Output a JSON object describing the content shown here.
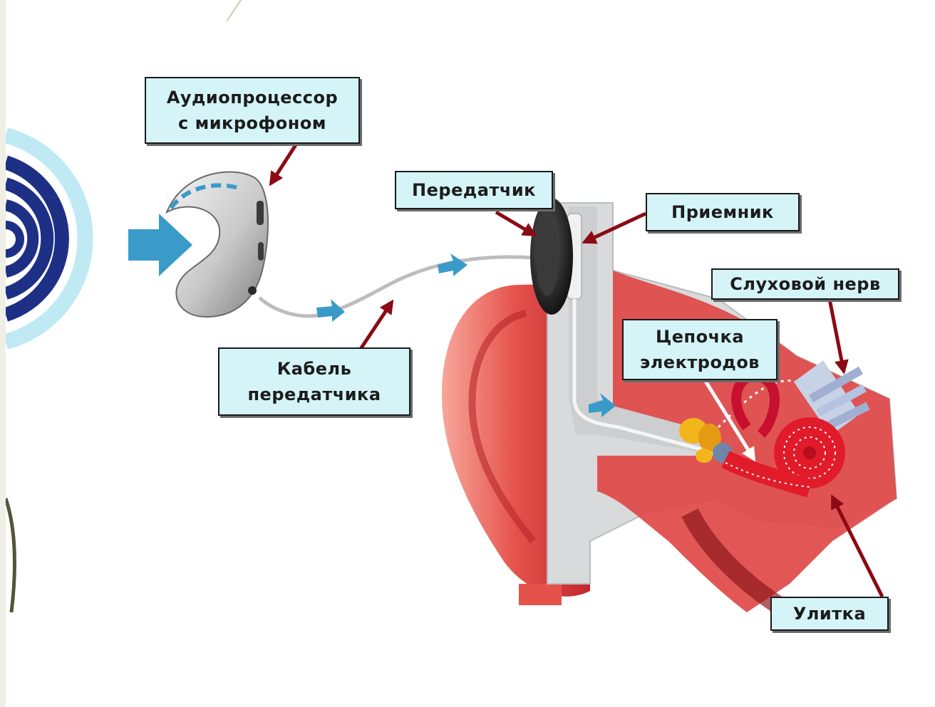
{
  "labels": {
    "audio_processor": [
      "Аудиопроцессор",
      "с микрофоном"
    ],
    "transmitter": "Передатчик",
    "receiver": "Приемник",
    "auditory_nerve": "Слуховой нерв",
    "electrode_array": [
      "Цепочка",
      "электродов"
    ],
    "transmitter_cable": [
      "Кабель",
      "передатчика"
    ],
    "cochlea": "Улитка"
  },
  "colors": {
    "label_fill": "#d4f4f8",
    "arrow": "#8b0a14",
    "sound_wave": "#1e2f86",
    "flow_arrow": "#3a9bc9",
    "ear_red": "#e23b3b",
    "bone_grey": "#d9dadb"
  }
}
